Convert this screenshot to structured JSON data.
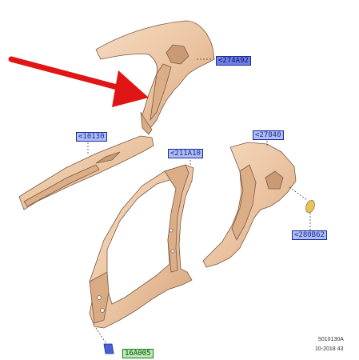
{
  "callouts": {
    "c274a92": "<274A92",
    "c10130": "<10130",
    "c27840": "<27840",
    "c211a10": "<211A10",
    "c280b62": "<280B62",
    "c16a005": "16A005"
  },
  "footer": {
    "code": "5010130A",
    "date": "10-2018 43"
  },
  "colors": {
    "panel_fill": "#f0cfb0",
    "panel_shade": "#c99a74",
    "outline": "#7a5a42",
    "arrow": "#e01515",
    "callout_blue": "#aebdf3",
    "callout_green": "#b8ecb0",
    "plug_yellow": "#e9c35a"
  },
  "icons": [
    "red-pointer-arrow-icon",
    "blue-clip-icon",
    "yellow-plug-icon"
  ]
}
